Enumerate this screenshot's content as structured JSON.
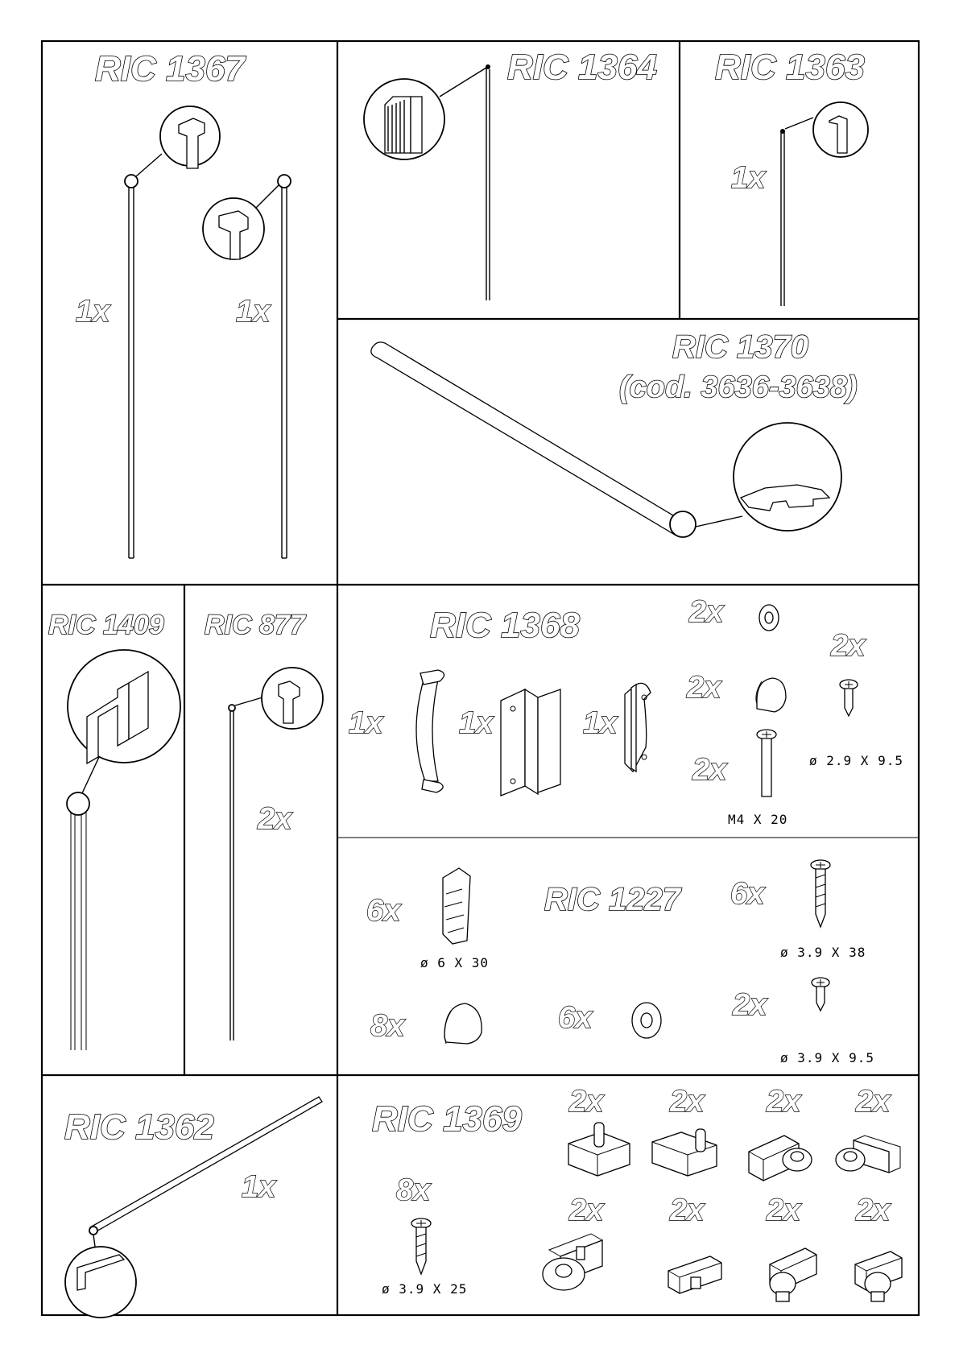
{
  "sections": {
    "ric1367": {
      "code": "RIC 1367",
      "qty_left": "1x",
      "qty_right": "1x"
    },
    "ric1364": {
      "code": "RIC 1364"
    },
    "ric1363": {
      "code": "RIC 1363",
      "qty": "1x"
    },
    "ric1370": {
      "code": "RIC 1370",
      "subcode": "(cod. 3636-3638)"
    },
    "ric1409": {
      "code": "RIC 1409"
    },
    "ric877": {
      "code": "RIC 877",
      "qty": "2x"
    },
    "ric1368": {
      "code": "RIC 1368",
      "handle_qty": "1x",
      "plate_qty": "1x",
      "knob_qty": "1x",
      "washer_qty": "2x",
      "cap_qty": "2x",
      "small_screw_qty": "2x",
      "bolt_qty": "2x",
      "small_screw_dim": "ø 2.9 X 9.5",
      "bolt_dim": "M4 X 20"
    },
    "ric1227": {
      "code": "RIC 1227",
      "plug_qty": "6x",
      "plug_dim": "ø 6 X 30",
      "long_screw_qty": "6x",
      "long_screw_dim": "ø 3.9 X 38",
      "cap_qty": "8x",
      "washer_qty": "6x",
      "short_screw_qty": "2x",
      "short_screw_dim": "ø 3.9 X 9.5"
    },
    "ric1362": {
      "code": "RIC 1362",
      "qty": "1x"
    },
    "ric1369": {
      "code": "RIC 1369",
      "screw_qty": "8x",
      "screw_dim": "ø 3.9 X 25",
      "bracket_qtys": [
        "2x",
        "2x",
        "2x",
        "2x",
        "2x",
        "2x",
        "2x",
        "2x"
      ]
    }
  }
}
